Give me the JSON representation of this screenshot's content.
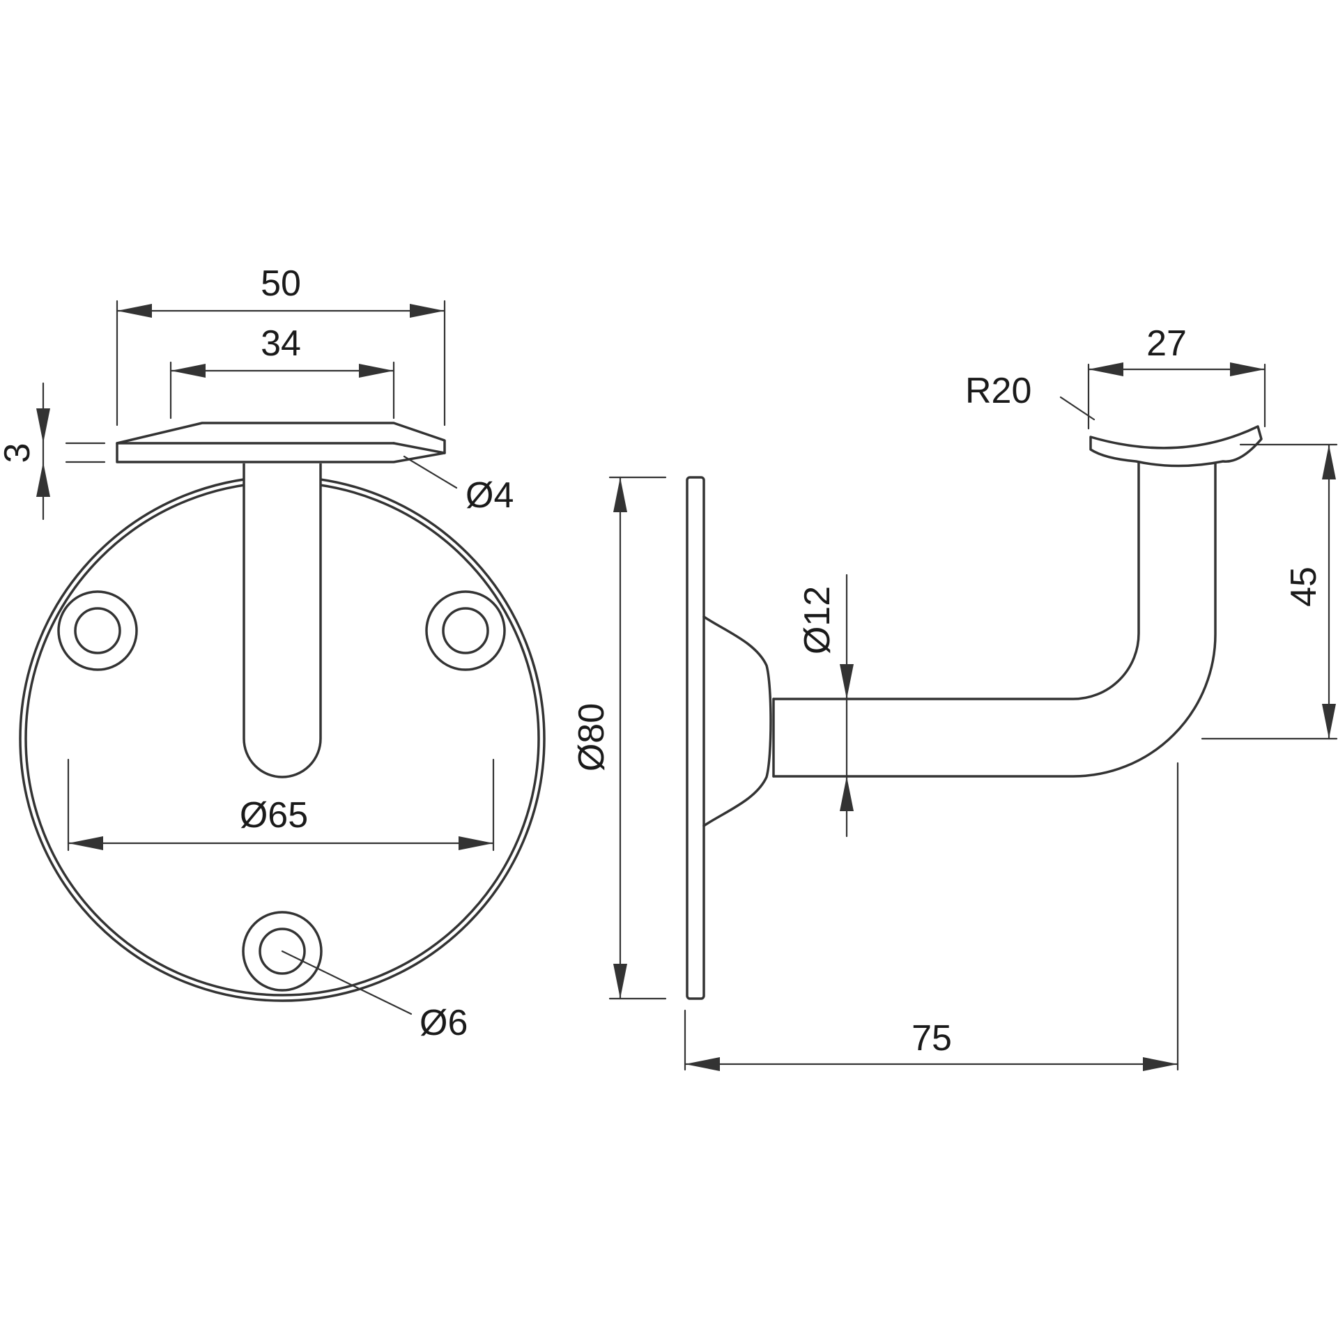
{
  "dimensions": {
    "bracket_width": "50",
    "screw_spacing": "34",
    "saddle_thickness": "3",
    "screw_hole_small": "Ø4",
    "hole_circle": "Ø65",
    "base_hole": "Ø6",
    "base_diameter": "Ø80",
    "rod_diameter": "Ø12",
    "projection": "75",
    "saddle_radius": "R20",
    "saddle_width": "27",
    "rise": "45"
  },
  "colors": {
    "line": "#333333",
    "text": "#1a1a1a",
    "background": "#ffffff"
  }
}
